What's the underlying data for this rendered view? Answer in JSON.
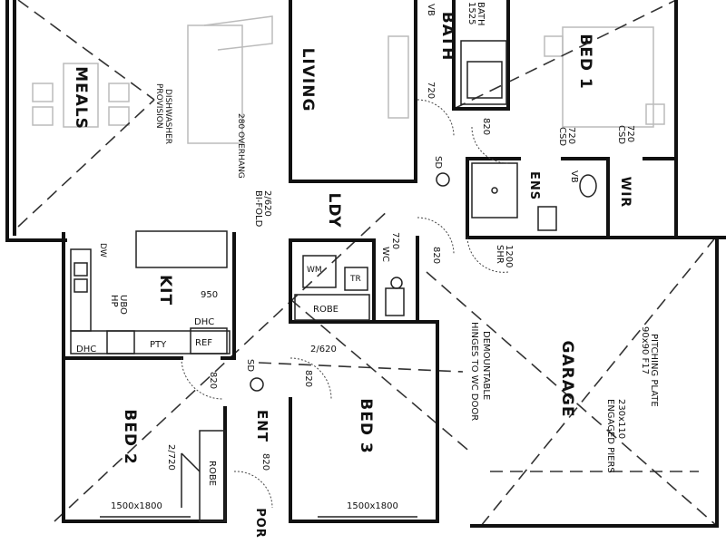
{
  "rooms": {
    "meals": "MEALS",
    "living": "LIVING",
    "bath": "BATH",
    "bed1": "BED 1",
    "kit": "KIT",
    "ldy": "LDY",
    "ens": "ENS",
    "wir": "WIR",
    "garage": "GARAGE",
    "bed2": "BED 2",
    "bed3": "BED 3",
    "ent": "ENT",
    "por": "POR"
  },
  "labels": {
    "dishwasher": "DISHWASHER",
    "provision": "PROVISION",
    "overhang": "280 OVERHANG",
    "bifold_size": "2/620",
    "bifold": "BI-FOLD",
    "bath_top": "BATH",
    "bath_size": "1525",
    "vb": "VB",
    "door_720": "720",
    "door_820": "820",
    "csd": "CSD",
    "sd": "SD",
    "shr": "SHR",
    "shr_size": "1200",
    "dw": "DW",
    "ubo": "UBO",
    "hp": "HP",
    "dhc_950": "950",
    "dhc": "DHC",
    "pty": "PTY",
    "ref": "REF",
    "robe": "ROBE",
    "robe_size": "2/620",
    "robe2_size": "2/720",
    "wm": "WM",
    "tr": "TR",
    "wc": "WC",
    "demountable": "DEMOUNTABLE",
    "hinges": "HINGES TO WC DOOR",
    "pitching": "PITCHING PLATE",
    "pitching_size": "90x90 F17",
    "piers_size": "230x110",
    "piers": "ENGAGED PIERS",
    "window": "1500x1800"
  }
}
